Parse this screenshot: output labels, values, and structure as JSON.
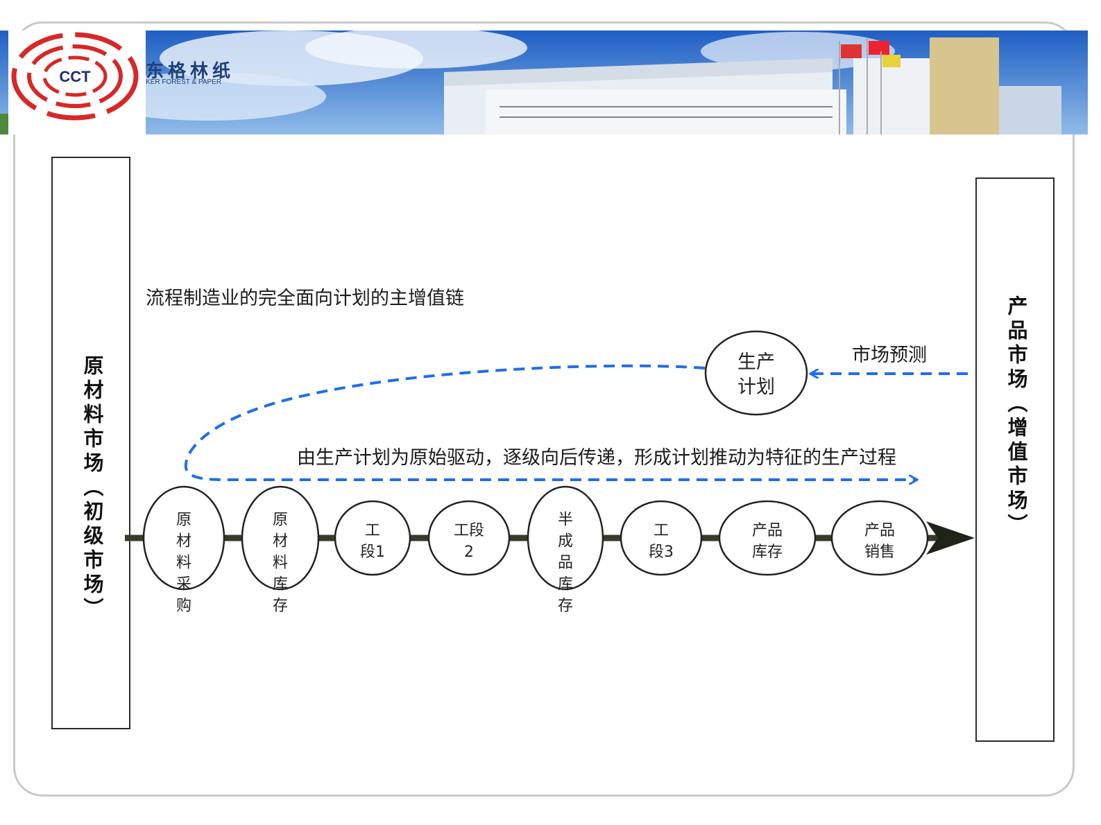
{
  "banner": {
    "logo_text": "CCT",
    "company_cn_partial": "东格林纸",
    "company_en_partial": "KER FOREST & PAPER",
    "colors": {
      "sky": "#2f6fcf",
      "logo_ring": "#d62828",
      "logo_text": "#1f2f6b"
    }
  },
  "left_market": {
    "label": "原材料市场（初级市场）"
  },
  "right_market": {
    "label": "产品市场（增值市场）"
  },
  "diagram": {
    "title": "流程制造业的完全面向计划的主增值链",
    "description": "由生产计划为原始驱动，逐级向后传递，形成计划推动为特征的生产过程",
    "forecast_label": "市场预测",
    "plan_node": "生产\n计划",
    "nodes": [
      {
        "label": "原材料采购",
        "layout": "vertical"
      },
      {
        "label": "原材料库存",
        "layout": "vertical"
      },
      {
        "label": "工\n段1",
        "layout": "lines"
      },
      {
        "label": "工段\n2",
        "layout": "lines"
      },
      {
        "label": "半成品库存",
        "layout": "vertical"
      },
      {
        "label": "工\n段3",
        "layout": "lines"
      },
      {
        "label": "产品\n库存",
        "layout": "lines"
      },
      {
        "label": "产品\n销售",
        "layout": "lines"
      }
    ],
    "colors": {
      "flow_line": "#3a3a2a",
      "dashed_arrow": "#1f6fe8",
      "node_border": "#222222"
    }
  }
}
